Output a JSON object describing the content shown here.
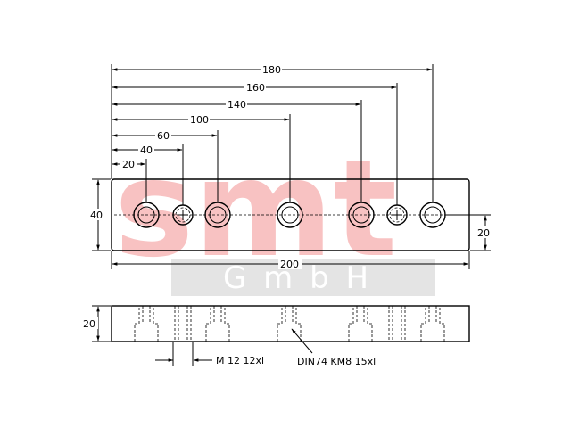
{
  "watermark": {
    "letters": "smt",
    "sub": "G m b H"
  },
  "dimensions": {
    "d180": "180",
    "d160": "160",
    "d140": "140",
    "d100": "100",
    "d60": "60",
    "d40": "40",
    "d20": "20",
    "height": "40",
    "offset": "20",
    "width": "200",
    "side_height": "20"
  },
  "callouts": {
    "thread": "M 12 12xl",
    "bolt": "DIN74 KM8 15xl"
  }
}
